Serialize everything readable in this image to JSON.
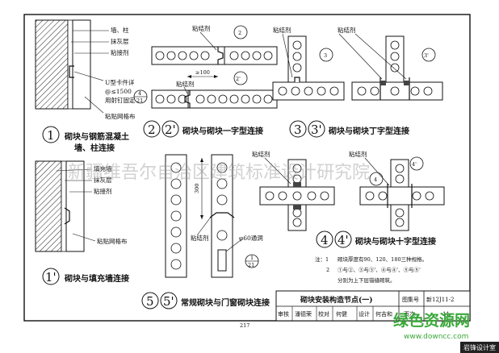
{
  "details": {
    "d1": {
      "num": "1",
      "caption_line1": "砌块与钢筋混凝土",
      "caption_line2": "墙、柱连接",
      "labels": [
        "墙、柱",
        "抹灰层",
        "粘接剂",
        "U型卡件详",
        "@≤1500",
        "用射钉固定",
        "粘贴网格布"
      ],
      "ref_top": "4",
      "ref_bottom": "21"
    },
    "d2": {
      "num_a": "2",
      "num_b": "2'",
      "caption": "砌块与砌块一字型连接",
      "labels": [
        "粘结剂",
        "粘结剂"
      ],
      "callout_a": "2",
      "callout_b": "2'",
      "dim": "≥100"
    },
    "d3": {
      "num_a": "3",
      "num_b": "3'",
      "caption": "砌块与砌块丁字型连接",
      "labels": [
        "粘结剂",
        "粘结剂"
      ],
      "callout_a": "3",
      "callout_b": "3'"
    },
    "d1p": {
      "num": "1'",
      "caption": "砌块与填充墙连接",
      "labels": [
        "填充墙",
        "抹灰层",
        "粘接剂",
        "粘贴网格布"
      ]
    },
    "d4": {
      "num_a": "4",
      "num_b": "4'",
      "caption": "砌块与砌块十字型连接",
      "labels": [
        "粘结剂",
        "粘结剂"
      ],
      "callout_a": "4",
      "callout_b": "4'"
    },
    "d5": {
      "num_a": "5",
      "num_b": "5'",
      "caption": "常规砌块与门窗砌块连接",
      "labels": [
        "粘结剂",
        "φ60通洞"
      ],
      "dim": "300",
      "ref_top": "1",
      "ref_bottom": "21"
    }
  },
  "notes": {
    "heading": "注：1",
    "line1": "砌块厚度有90、120、180三种规格。",
    "line2_prefix": "2",
    "line2": "①与②、③与③'、④与④'、⑤与⑤'",
    "line3": "分别为上下层错缝砌筑。"
  },
  "title_block": {
    "title": "砌块安装构造节点(一)",
    "atlas_label": "图集号",
    "atlas_no": "新12J11-2",
    "review_label": "审核",
    "review_name": "潘德荣",
    "check_label": "校对",
    "check_name": "何健",
    "design_label": "设计",
    "design_name": "何吉和",
    "page_label": "页次",
    "page_no": "11"
  },
  "page_number": "217",
  "watermarks": {
    "center": "新疆维吾尔自治区建筑标准设计研究院",
    "brand": "绿色资源网",
    "site": "www.downcc.com",
    "corner": "岩锋设计室"
  }
}
